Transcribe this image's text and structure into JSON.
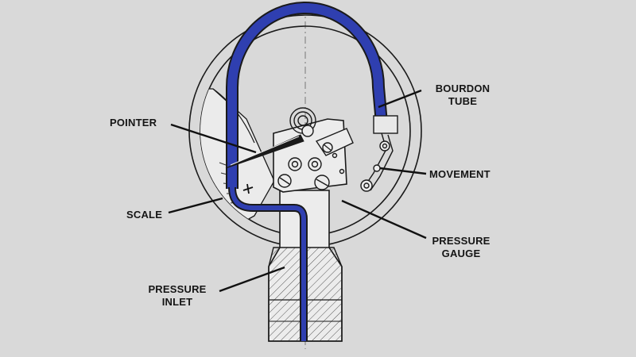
{
  "labels": {
    "pointer": "POINTER",
    "scale": "SCALE",
    "bourdon_tube": [
      "BOURDON",
      "TUBE"
    ],
    "movement": "MOVEMENT",
    "pressure_gauge": [
      "PRESSURE",
      "GAUGE"
    ],
    "pressure_inlet": [
      "PRESSURE",
      "INLET"
    ]
  },
  "colors": {
    "background": "#d9d9d9",
    "tube": "#2f3fb0",
    "line": "#1a1a1a",
    "hatch": "#555555"
  }
}
